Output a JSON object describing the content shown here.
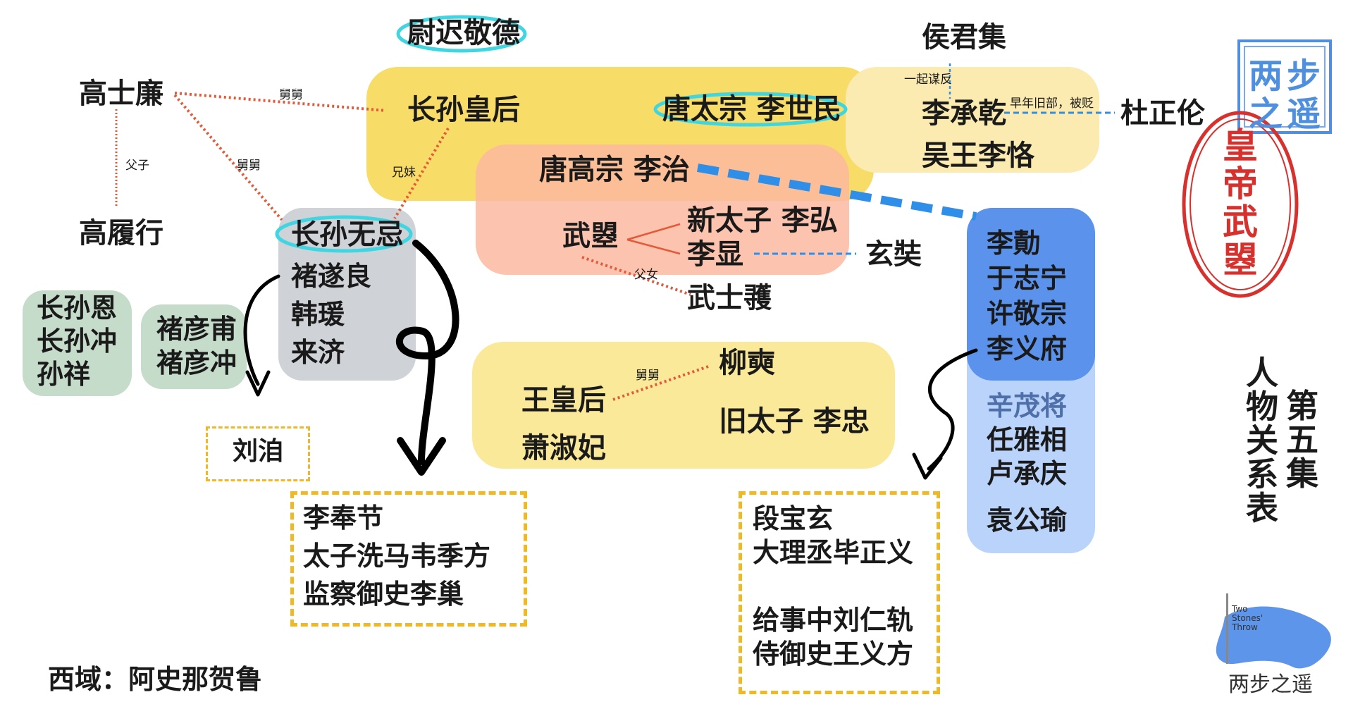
{
  "title": "人物关系表",
  "subtitle": "第五集",
  "names": {
    "yuchi": "尉迟敬德",
    "gao_shilian": "高士廉",
    "gao_lvxing": "高履行",
    "empress_zhangsun": "长孙皇后",
    "taizong": "唐太宗 李世民",
    "gaozong": "唐高宗 李治",
    "wuzhao": "武曌",
    "li_hong": "新太子 李弘",
    "li_xian": "李显",
    "wu_shiyue": "武士彟",
    "xuanzang": "玄奘",
    "zhangsun_wuji": "长孙无忌",
    "hou_junji": "侯君集",
    "li_chengqian": "李承乾",
    "wuwang_lixie": "吴王李恪",
    "du_zhenglun": "杜正伦",
    "empress_wang": "王皇后",
    "liu_shi": "柳奭",
    "xiao_shufei": "萧淑妃",
    "li_zhong": "旧太子 李忠",
    "liu_ji": "刘洎",
    "xiyu": "西域：阿史那贺鲁"
  },
  "relations": {
    "jiujiu_top": "舅舅",
    "fuzi": "父子",
    "jiujiu_diag": "舅舅",
    "xiongmei": "兄妹",
    "funv": "父女",
    "yiqi_moufan": "一起谋反",
    "zaonian_jiubu": "早年旧部，被贬",
    "jiujiu_wang": "舅舅"
  },
  "groups": {
    "wuji_allies": [
      "褚遂良",
      "韩瑗",
      "来济"
    ],
    "zhangsun_family": [
      "长孙恩",
      "长孙冲",
      "孙祥"
    ],
    "chu_family": [
      "褚彦甫",
      "褚彦冲"
    ],
    "wu_party": [
      "李勣",
      "于志宁",
      "许敬宗",
      "李义府"
    ],
    "wu_party_light_faded": "辛茂将",
    "wu_party_light": [
      "任雅相",
      "卢承庆"
    ],
    "wu_party_light_last": "袁公瑜",
    "victims_left": [
      "李奉节",
      "太子洗马韦季方",
      "监察御史李巢"
    ],
    "victims_right_a": [
      "段宝玄",
      "大理丞毕正义"
    ],
    "victims_right_b": [
      "给事中刘仁轨",
      "侍御史王义方"
    ]
  },
  "seals": {
    "blue_chars": [
      "两",
      "步",
      "之",
      "遥"
    ],
    "red_chars": [
      "皇",
      "帝",
      "武",
      "曌"
    ]
  },
  "brand": {
    "logo_text": [
      "Two",
      "Stones'",
      "Throw"
    ],
    "caption": "两步之遥"
  },
  "colors": {
    "yellow_box": "#f8dc68",
    "yellow_light_box": "#fbebb0",
    "salmon_box": "#f9c4b2",
    "grey_box": "#cfd2d6",
    "green_box": "#c6dccb",
    "blue_box": "#5b93ec",
    "blue_light_box": "#b9d3fb",
    "dashed_border": "#f0b824",
    "red_line": "#e35a3a",
    "cyan_highlight": "#3fd6e2",
    "blue_dash": "#2f8fe8"
  }
}
